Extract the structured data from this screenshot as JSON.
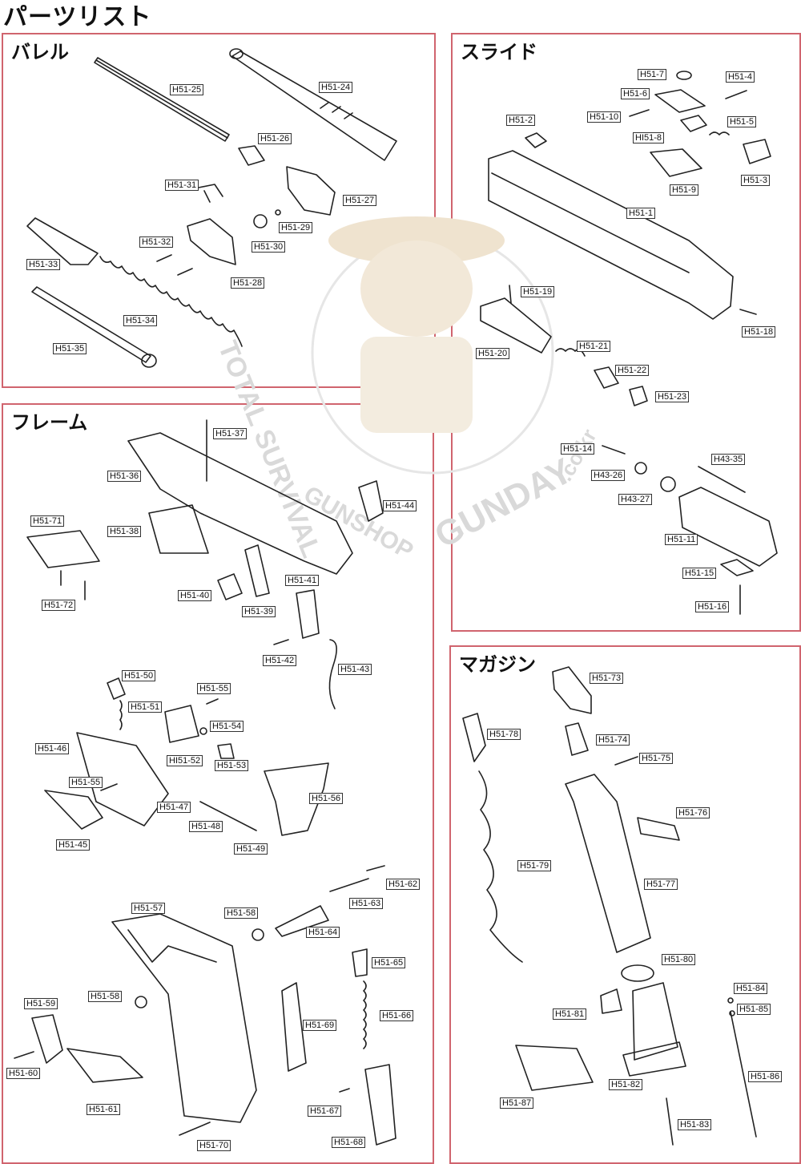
{
  "page": {
    "title": "パーツリスト"
  },
  "watermark": {
    "line1": "TOTAL SURVIVAL",
    "line2": "GUNSHOP",
    "brand": "GUNDAY",
    "domain": ".co.kr"
  },
  "sections": [
    {
      "id": "barrel",
      "title": "バレル",
      "labels": [
        "H51-25",
        "H51-24",
        "H51-26",
        "H51-31",
        "H51-27",
        "H51-29",
        "H51-30",
        "H51-32",
        "H51-33",
        "H51-28",
        "H51-34",
        "H51-35"
      ]
    },
    {
      "id": "slide",
      "title": "スライド",
      "labels": [
        "H51-7",
        "H51-4",
        "H51-6",
        "H51-10",
        "H51-5",
        "H51-2",
        "HI51-8",
        "H51-3",
        "H51-9",
        "H51-1",
        "H51-19",
        "H51-18",
        "H51-21",
        "H51-20",
        "H51-22",
        "H51-23",
        "H51-14",
        "H43-35",
        "H43-26",
        "H43-27",
        "H51-11",
        "H51-15",
        "H51-16"
      ]
    },
    {
      "id": "frame",
      "title": "フレーム",
      "labels": [
        "H51-37",
        "H51-36",
        "H51-44",
        "H51-71",
        "H51-38",
        "H51-41",
        "H51-40",
        "H51-72",
        "H51-39",
        "H51-42",
        "H51-43",
        "H51-50",
        "H51-55",
        "H51-51",
        "H51-54",
        "H51-46",
        "HI51-52",
        "H51-53",
        "H51-55",
        "H51-56",
        "H51-47",
        "H51-48",
        "H51-45",
        "H51-49",
        "H51-62",
        "H51-63",
        "H51-57",
        "H51-58",
        "H51-64",
        "H51-65",
        "H51-58",
        "H51-59",
        "H51-66",
        "H51-69",
        "H51-60",
        "H51-61",
        "H51-67",
        "H51-70",
        "H51-68"
      ]
    },
    {
      "id": "magazine",
      "title": "マガジン",
      "labels": [
        "H51-73",
        "H51-78",
        "H51-74",
        "H51-75",
        "H51-76",
        "H51-79",
        "H51-77",
        "H51-80",
        "H51-84",
        "H51-81",
        "H51-85",
        "H51-86",
        "H51-82",
        "H51-87",
        "H51-83"
      ]
    }
  ],
  "colors": {
    "frame_border": "#d0646e",
    "line_art": "#222222",
    "watermark": "#d9d9d9"
  }
}
